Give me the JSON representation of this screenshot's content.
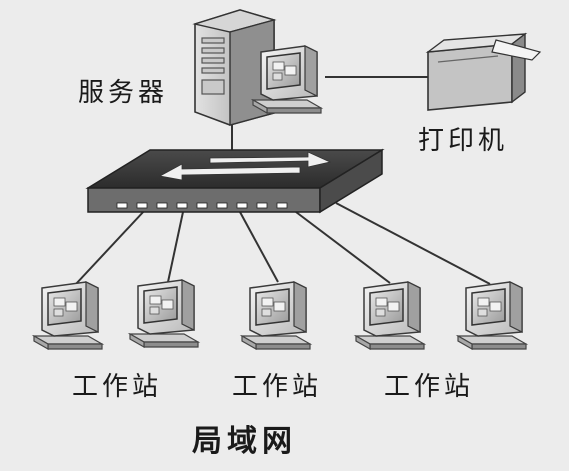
{
  "diagram": {
    "title": "局域网",
    "server_label": "服务器",
    "printer_label": "打印机",
    "workstations": [
      {
        "label": "工作站"
      },
      {
        "label": "工作站"
      },
      {
        "label": "工作站"
      }
    ],
    "background_color": "#ececec"
  }
}
